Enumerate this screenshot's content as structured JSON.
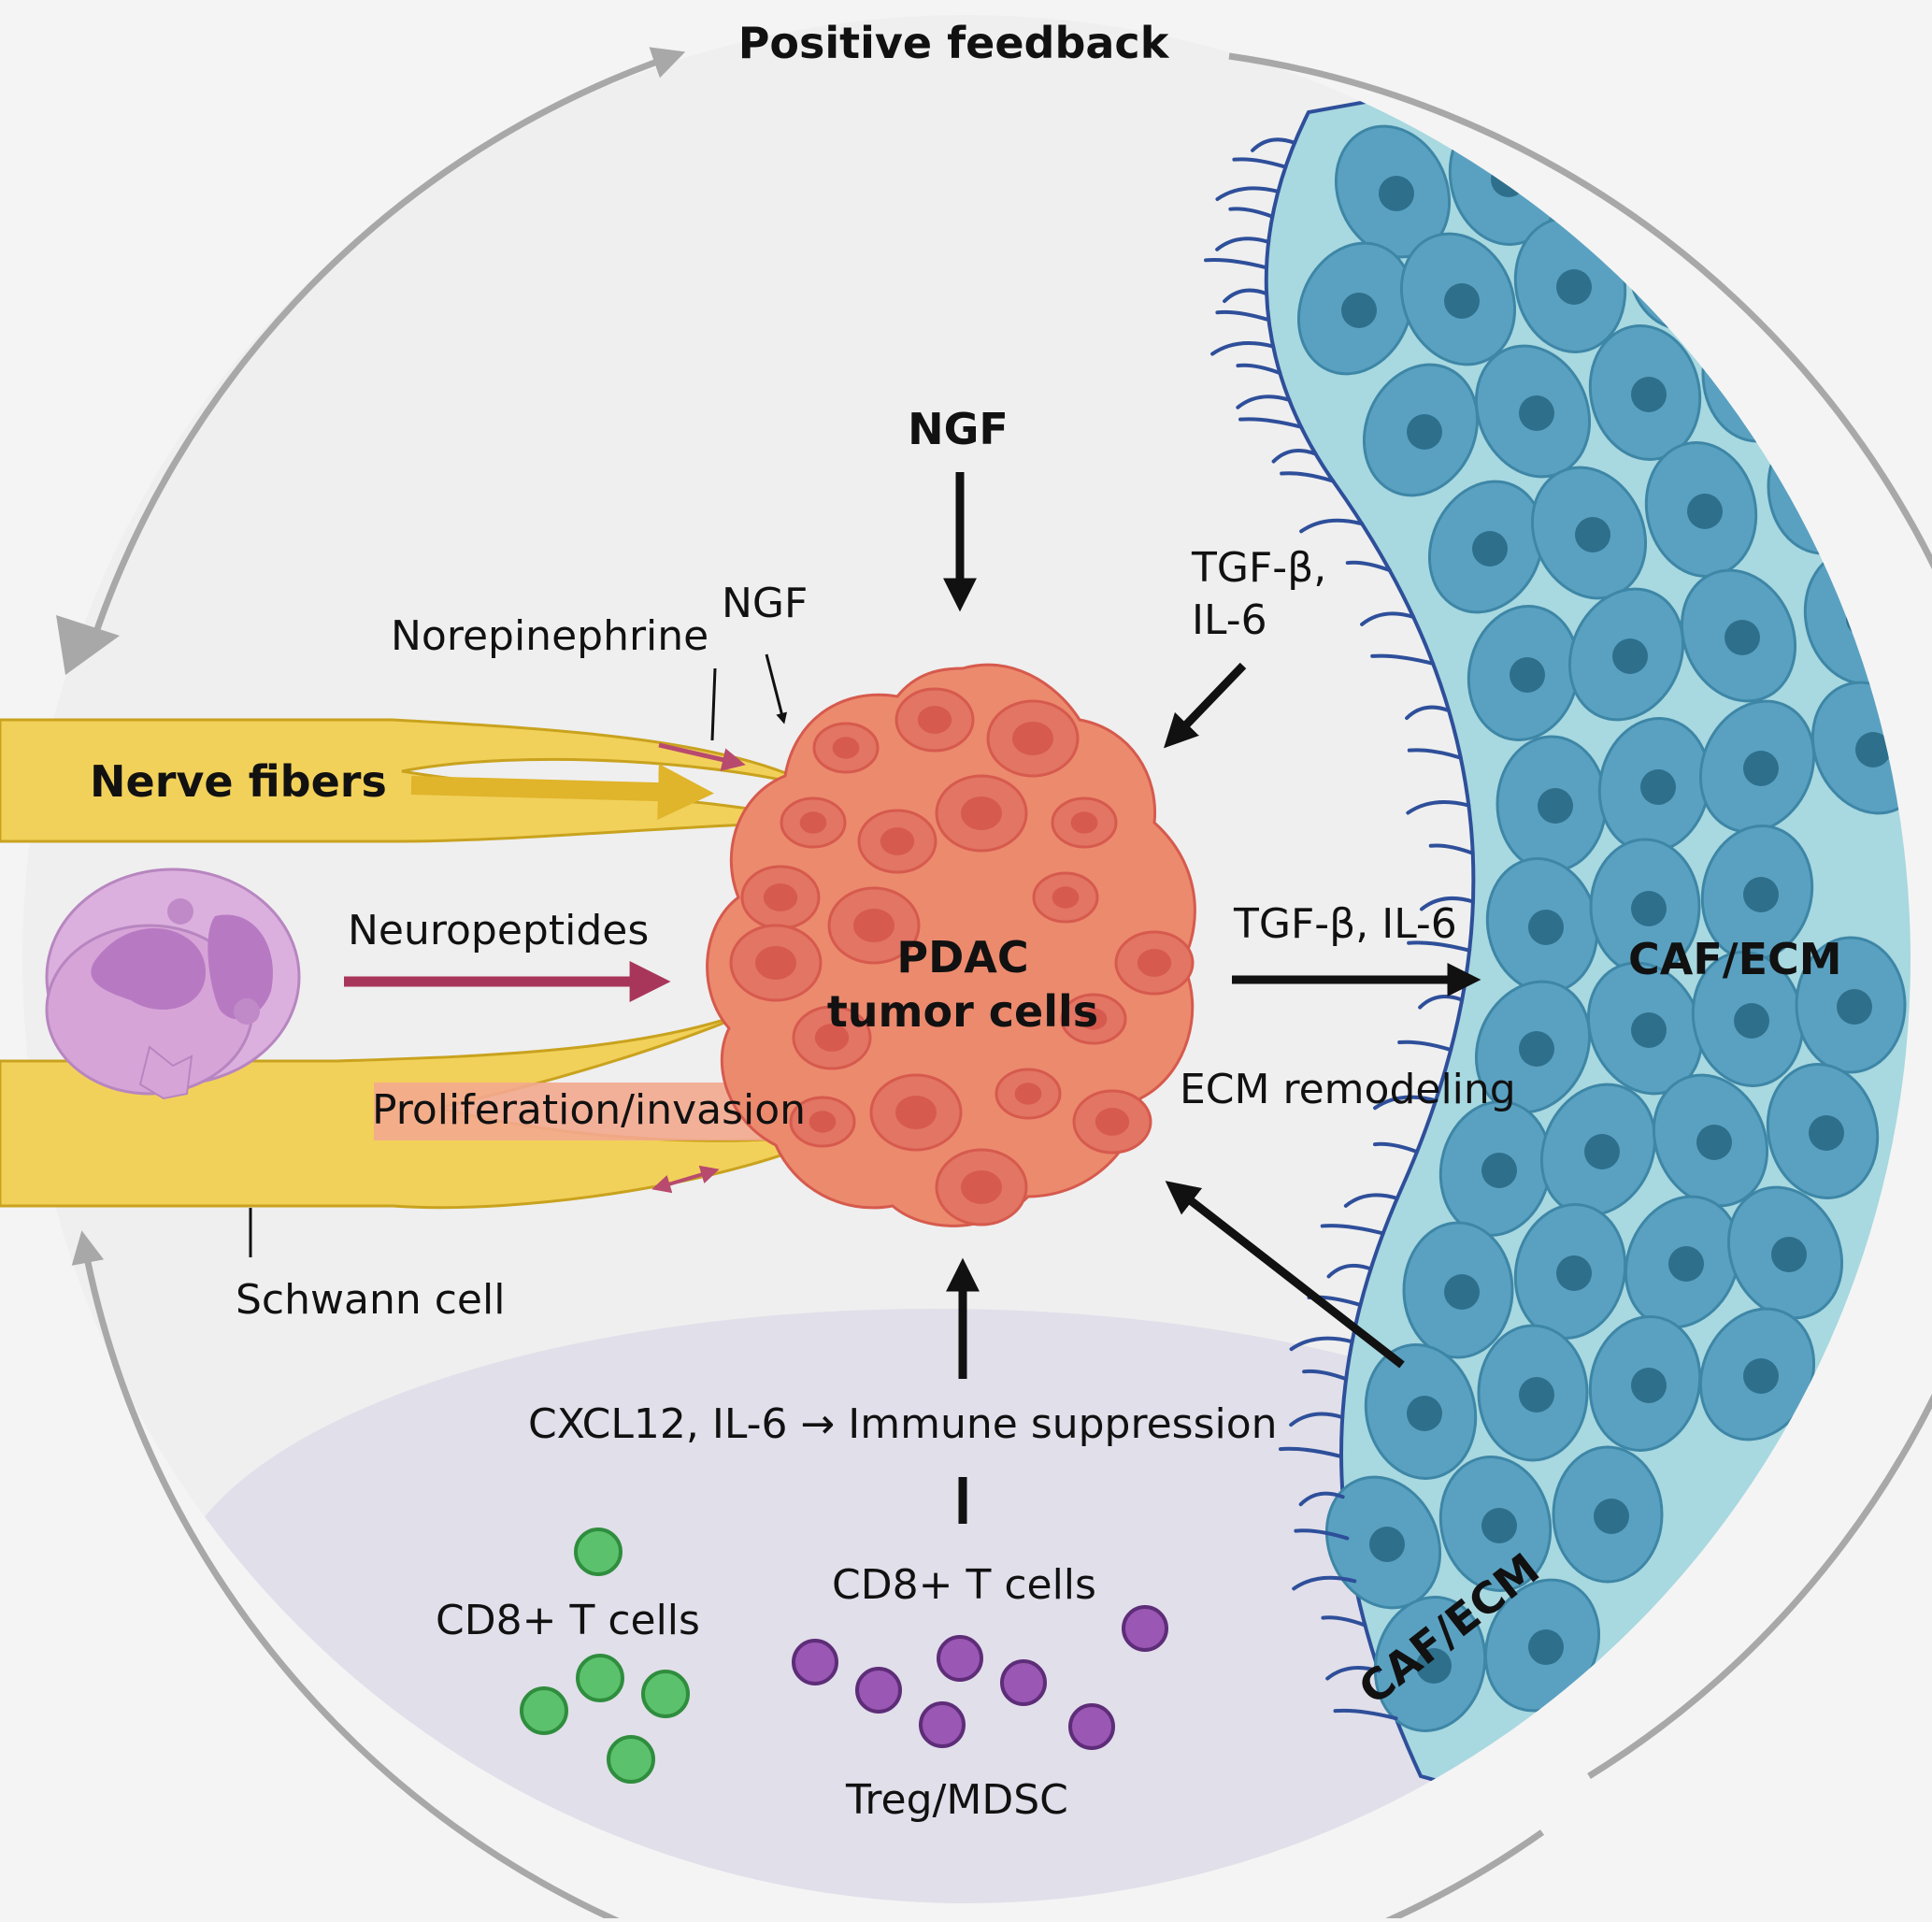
{
  "labels": {
    "positive_feedback": "Positive feedback",
    "ngf_top": "NGF",
    "ngf_small": "NGF",
    "norepinephrine": "Norepinephrine",
    "tgf_il6_upper_1": "TGF-β,",
    "tgf_il6_upper_2": "IL-6",
    "nerve_fibers": "Nerve fibers",
    "neuropeptides": "Neuropeptides",
    "pdac_1": "PDAC",
    "pdac_2": "tumor cells",
    "tgf_il6_right": "TGF-β, IL-6",
    "caf_ecm_right": "CAF/ECM",
    "ecm_remodeling": "ECM remodeling",
    "proliferation": "Proliferation/invasion",
    "schwann_cell": "Schwann cell",
    "immune_suppression": "CXCL12, IL-6 → Immune suppression",
    "cd8_left": "CD8+ T cells",
    "cd8_middle": "CD8+ T cells",
    "treg_mdsc": "Treg/MDSC",
    "caf_ecm_bottom": "CAF/ECM"
  },
  "colors": {
    "nerve": "#f2d15a",
    "nerve_stroke": "#c9a21e",
    "tumor": "#ec8a6e",
    "tumor_nucleus": "#d65a4d",
    "schwann": "#d7a4d8",
    "caf_band": "#a8d8e0",
    "caf_cell": "#5aa1c1",
    "caf_nucleus": "#2e6f8c",
    "cd8": "#5cc16d",
    "treg": "#9a57b4",
    "feedback_arrow": "#a8a8a8",
    "neuro_arrow": "#a8365a"
  }
}
